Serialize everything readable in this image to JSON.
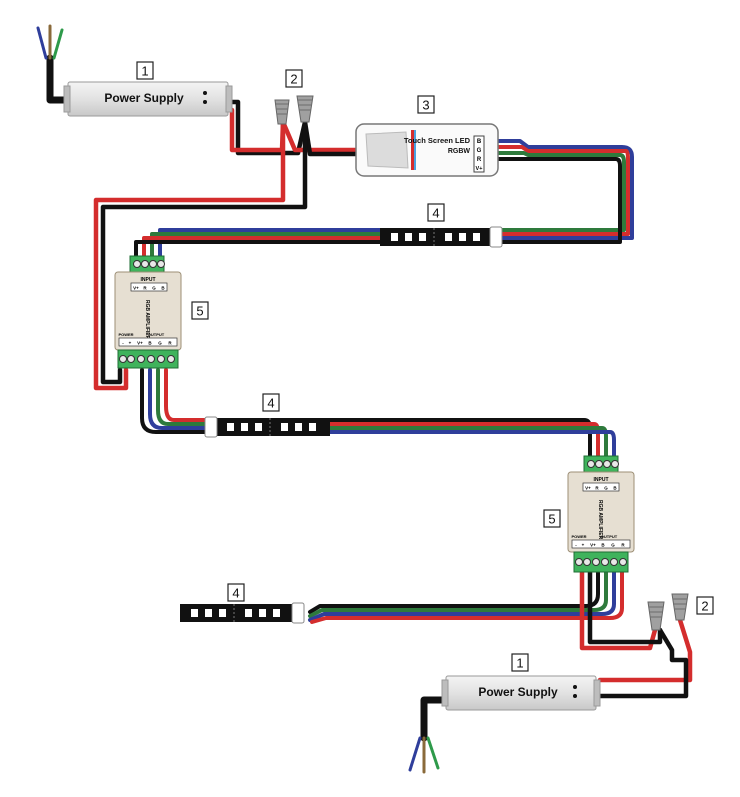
{
  "callouts": {
    "power_supply": "1",
    "wire_nut": "2",
    "touch_led": "3",
    "led_strip": "4",
    "amplifier": "5"
  },
  "power_supply": {
    "label": "Power Supply"
  },
  "controller": {
    "line1": "Touch Screen LED",
    "line2": "RGBW",
    "terminals": [
      "B",
      "G",
      "R",
      "V+"
    ]
  },
  "amplifier": {
    "name": "RGB AMPLIFIER",
    "input_label": "INPUT",
    "input_terminals": [
      "V+",
      "R",
      "G",
      "B"
    ],
    "power_label": "POWER",
    "output_label": "OUTPUT",
    "power_terminals": [
      "-",
      "+"
    ],
    "output_terminals": [
      "V+",
      "B",
      "G",
      "R"
    ]
  },
  "colors": {
    "red": "#d42d2d",
    "green": "#2e7a3c",
    "blue": "#2f3e9b",
    "black": "#111111",
    "terminal_green": "#3fb35c",
    "amp_body": "#e6dfd2"
  }
}
